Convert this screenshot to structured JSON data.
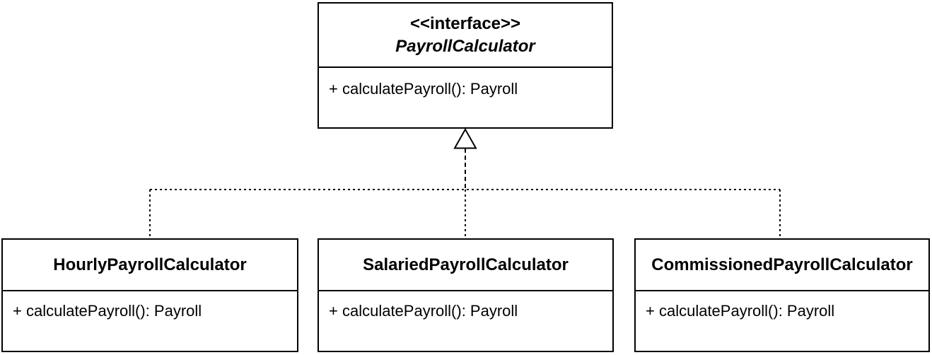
{
  "diagram": {
    "type": "uml-class-diagram",
    "interface": {
      "stereotype": "<<interface>>",
      "name": "PayrollCalculator",
      "method": "+ calculatePayroll(): Payroll"
    },
    "classes": [
      {
        "name": "HourlyPayrollCalculator",
        "method": "+ calculatePayroll(): Payroll"
      },
      {
        "name": "SalariedPayrollCalculator",
        "method": "+ calculatePayroll(): Payroll"
      },
      {
        "name": "CommissionedPayrollCalculator",
        "method": "+ calculatePayroll(): Payroll"
      }
    ],
    "relationship": "realization",
    "colors": {
      "line": "#000000",
      "background": "#ffffff",
      "box_fill": "#ffffff",
      "text": "#000000"
    }
  }
}
